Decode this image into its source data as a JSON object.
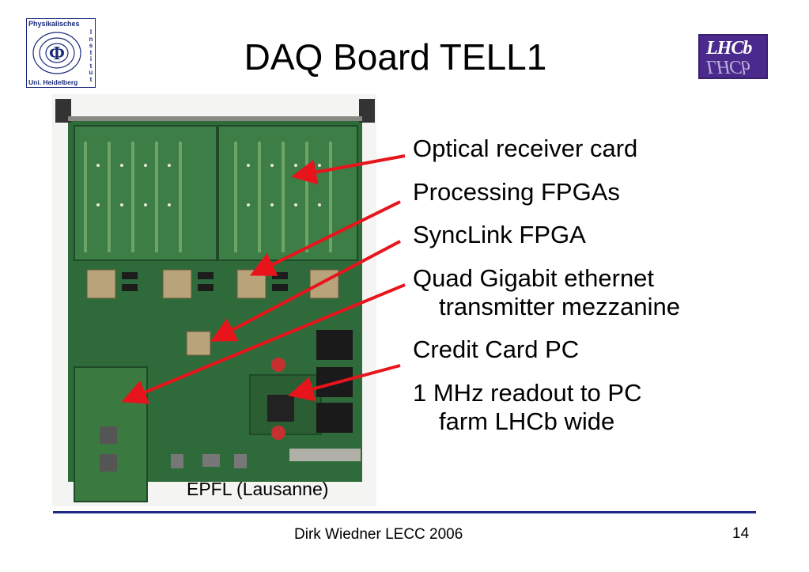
{
  "slide": {
    "title": "DAQ Board TELL1",
    "photo_credit": "EPFL (Lausanne)",
    "bullets": [
      {
        "line1": "Optical receiver card",
        "line2": ""
      },
      {
        "line1": "Processing FPGAs",
        "line2": ""
      },
      {
        "line1": "SyncLink FPGA",
        "line2": ""
      },
      {
        "line1": "Quad Gigabit ethernet",
        "line2": "transmitter mezzanine"
      },
      {
        "line1": "Credit Card PC",
        "line2": ""
      },
      {
        "line1": "1 MHz readout to PC",
        "line2": "farm LHCb wide"
      }
    ]
  },
  "logos": {
    "institute": {
      "top": "Physikalisches",
      "vertical": "Institut",
      "bottom": "Uni. Heidelberg",
      "symbol": "Φ"
    },
    "experiment": {
      "text": "LHCb"
    }
  },
  "footer": {
    "author_event": "Dirk Wiedner LECC 2006",
    "page": "14"
  },
  "colors": {
    "arrow": "#e8141c",
    "footer_rule": "#1f2a86",
    "lhcb_logo_bg": "#4a2a8c",
    "institute_logo": "#1a2a7a",
    "pcb_green": "#2f6b3a"
  }
}
